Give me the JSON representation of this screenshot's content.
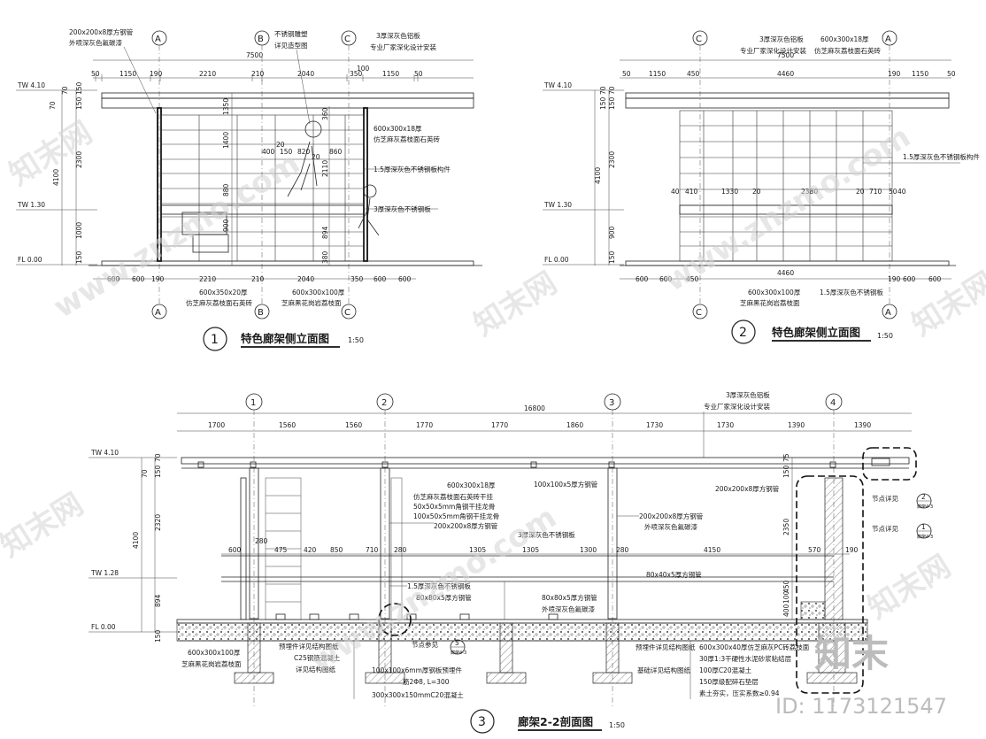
{
  "drawing1": {
    "axes_top": [
      "A",
      "B",
      "C"
    ],
    "axes_bottom": [
      "A",
      "B",
      "C"
    ],
    "levels": [
      "TW 4.10",
      "TW 1.30",
      "FL 0.00"
    ],
    "top_dims": [
      "50",
      "1150",
      "190",
      "2210",
      "210",
      "2040",
      "350",
      "1150",
      "50"
    ],
    "overall_top": "7500",
    "top_dim_100": "100",
    "left_dims": [
      "70",
      "150",
      "70",
      "150",
      "2300",
      "4100",
      "1000",
      "150"
    ],
    "inner_dims": [
      "1350",
      "1400",
      "880",
      "900",
      "360",
      "2110",
      "894",
      "380"
    ],
    "small_dims": [
      "20",
      "400",
      "150",
      "820",
      "860",
      "20"
    ],
    "bottom_dims": [
      "600",
      "600",
      "190",
      "2210",
      "210",
      "2040",
      "350",
      "600",
      "600"
    ],
    "notes": {
      "steel_tube": "200x200x8厚方钢管",
      "paint": "外喷深灰色氟碳漆",
      "ss_sculpture": "不锈钢雕塑",
      "see_model": "详见造型图",
      "alu_panel": "3厚深灰色铝板",
      "vendor": "专业厂家深化设计安装",
      "stone_tile": "600x300x18厚",
      "stone_tile2": "仿芝麻灰荔枝面石英砖",
      "ss_member": "1.5厚深灰色不锈钢板构件",
      "ss_plate": "3厚深灰色不锈钢板",
      "seat_stone": "600x350x20厚",
      "seat_stone2": "仿芝麻灰荔枝面石英砖",
      "paving": "600x300x100厚",
      "paving2": "芝麻黑花岗岩荔枝面"
    },
    "title_num": "1",
    "title": "特色廊架侧立面图",
    "scale": "1:50"
  },
  "drawing2": {
    "axes_top": [
      "C",
      "A"
    ],
    "axes_bottom": [
      "C",
      "A"
    ],
    "levels": [
      "TW 4.10",
      "TW 1.30",
      "FL 0.00"
    ],
    "top_dims": [
      "50",
      "1150",
      "450",
      "4460",
      "190",
      "1150",
      "50"
    ],
    "overall_top": "7500",
    "left_dims": [
      "70",
      "150",
      "70",
      "150",
      "2300",
      "4100",
      "900",
      "150"
    ],
    "mid_dims": [
      "40",
      "410",
      "1330",
      "20",
      "2380",
      "20",
      "710",
      "50",
      "40"
    ],
    "bottom_dims": [
      "600",
      "600",
      "450",
      "4460",
      "190",
      "600",
      "600"
    ],
    "notes": {
      "alu_panel": "3厚深灰色铝板",
      "vendor": "专业厂家深化设计安装",
      "tile": "600x300x18厚",
      "tile2": "仿芝麻灰荔枝面石英砖",
      "ss_member": "1.5厚深灰色不锈钢板构件",
      "paving": "600x300x100厚",
      "paving2": "芝麻黑花岗岩荔枝面",
      "ss_plate": "1.5厚深灰色不锈钢板"
    },
    "title_num": "2",
    "title": "特色廊架侧立面图",
    "scale": "1:50"
  },
  "drawing3": {
    "axes": [
      "1",
      "2",
      "3",
      "4"
    ],
    "levels": [
      "TW 4.10",
      "TW 1.28",
      "FL 0.00"
    ],
    "overall_top": "16800",
    "top_dims": [
      "1700",
      "1560",
      "1560",
      "1770",
      "1770",
      "1860",
      "1730",
      "1730",
      "1390"
    ],
    "left_dims": [
      "70",
      "150",
      "70",
      "2320",
      "4100",
      "894",
      "150"
    ],
    "mid_dims": [
      "600",
      "280",
      "475",
      "420",
      "850",
      "710",
      "280",
      "1305",
      "1305",
      "1300",
      "280",
      "4150",
      "570",
      "190"
    ],
    "right_dims": [
      "75",
      "150",
      "2350",
      "450",
      "100",
      "400"
    ],
    "notes": {
      "alu_panel": "3厚深灰色铝板",
      "vendor": "专业厂家深化设计安装",
      "tile": "600x300x18厚",
      "tile2": "仿芝麻灰荔枝面石英砖干挂",
      "angle1": "50x50x5mm角钢干挂龙骨",
      "angle2": "100x50x5mm角钢干挂龙骨",
      "tube200": "200x200x8厚方钢管",
      "tube100": "100x100x5厚方钢管",
      "tube200b": "200x200x8厚方钢管",
      "tube200c": "200x200x8厚方钢管",
      "paint": "外喷深灰色氟碳漆",
      "ss3": "3厚深灰色不锈钢板",
      "ss15": "1.5厚深灰色不锈钢板",
      "tube80": "80x80x5厚方钢管",
      "tube80b": "80x80x5厚方钢管",
      "paint2": "外喷深灰色氟碳漆",
      "tube8040": "80x40x5厚方钢管",
      "detail_ref": "节点详见",
      "detail_ref2": "节点详见",
      "detail_ref3": "节点参见",
      "embed": "预埋件详见结构图纸",
      "c25": "C25钢筋混凝土",
      "see_struct": "详见结构图纸",
      "plate": "100x100x6mm厚钢板预埋件",
      "rebar": "筋2Φ8, L=300",
      "concrete": "300x300x150mmC20混凝土",
      "embed2": "预埋件详见结构图纸",
      "found": "基础详见结构图纸",
      "paving": "600x300x100厚",
      "paving2": "芝麻黑花岗岩荔枝面",
      "layer1": "600x300x40厚仿芝麻灰PC砖荔枝面",
      "layer2": "30厚1:3干硬性水泥砂浆粘结层",
      "layer3": "100厚C20混凝土",
      "layer4": "150厚级配碎石垫层",
      "layer5": "素土夯实，压实系数≥0.94"
    },
    "detail_bubbles": [
      {
        "num": "2",
        "sheet": "廊架4-3"
      },
      {
        "num": "1",
        "sheet": "廊架4-3"
      },
      {
        "num": "5",
        "sheet": "廊架4-3"
      }
    ],
    "title_num": "3",
    "title": "廊架2-2剖面图",
    "scale": "1:50"
  },
  "watermark": {
    "site": "www.znzmo.com",
    "brand": "知末网",
    "logo": "知末",
    "id": "ID: 1173121547"
  }
}
